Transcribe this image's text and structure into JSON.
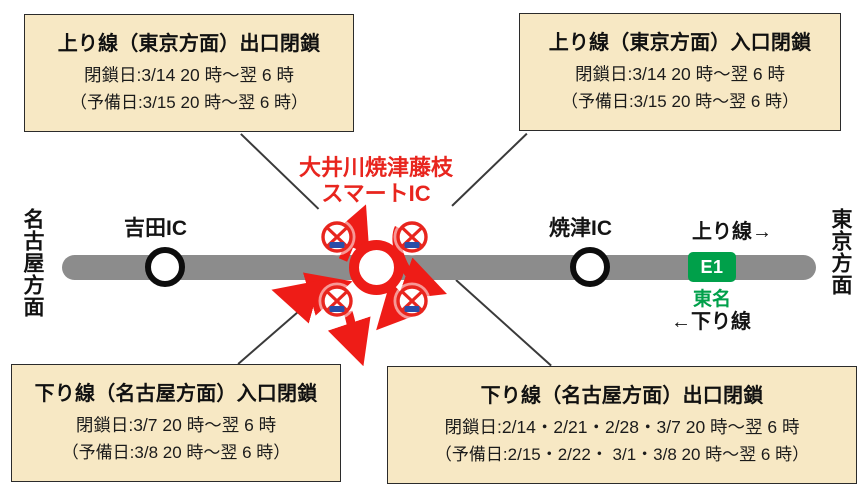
{
  "diagram": {
    "smart_ic": {
      "name_line1": "大井川焼津藤枝",
      "name_line2": "スマートIC",
      "color": "#e8251e"
    },
    "road": {
      "color": "#8c8c8c",
      "route_shield_label": "E1",
      "route_shield_color": "#00a04a",
      "route_name": "東名",
      "interchanges": [
        {
          "name": "吉田IC"
        },
        {
          "name": "焼津IC"
        }
      ]
    },
    "directions": {
      "left_side": "名古屋方面",
      "right_side": "東京方面",
      "up_line": "上り線→",
      "down_line": "←下り線"
    },
    "closure_icon_name": "closed-x-icon",
    "closure_icon_count": 4
  },
  "callouts": {
    "top_left": {
      "title": "上り線（東京方面）出口閉鎖",
      "closure": "閉鎖日:3/14  20 時〜翌 6 時",
      "reserve": "（予備日:3/15  20 時〜翌 6 時）"
    },
    "top_right": {
      "title": "上り線（東京方面）入口閉鎖",
      "closure": "閉鎖日:3/14  20 時〜翌 6 時",
      "reserve": "（予備日:3/15  20 時〜翌 6 時）"
    },
    "bottom_left": {
      "title": "下り線（名古屋方面）入口閉鎖",
      "closure": "閉鎖日:3/7  20 時〜翌 6 時",
      "reserve": "（予備日:3/8  20 時〜翌 6 時）"
    },
    "bottom_right": {
      "title": "下り線（名古屋方面）出口閉鎖",
      "closure": "閉鎖日:2/14・2/21・2/28・3/7  20 時〜翌 6 時",
      "reserve": "（予備日:2/15・2/22・ 3/1・3/8  20 時〜翌 6 時）"
    }
  }
}
